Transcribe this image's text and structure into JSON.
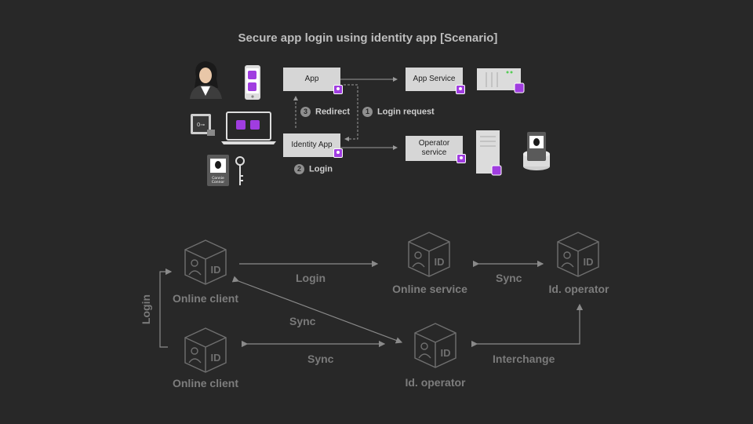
{
  "title": "Secure app login using identity app [Scenario]",
  "top": {
    "app": "App",
    "app_service": "App Service",
    "identity_app": "Identity App",
    "operator_service": "Operator\nservice",
    "redirect": {
      "num": "3",
      "label": "Redirect"
    },
    "login_request": {
      "num": "1",
      "label": "Login request"
    },
    "login": {
      "num": "2",
      "label": "Login"
    },
    "id_card_name": "Connie\nConnor"
  },
  "bottom": {
    "nodes": {
      "online_client_1": "Online client",
      "online_client_2": "Online client",
      "online_service": "Online service",
      "id_operator_1": "Id. operator",
      "id_operator_2": "Id. operator"
    },
    "edges": {
      "login_h": "Login",
      "login_v": "Login",
      "sync_1": "Sync",
      "sync_diag": "Sync",
      "sync_2": "Sync",
      "interchange": "Interchange"
    },
    "cube_glyph": "ID"
  }
}
